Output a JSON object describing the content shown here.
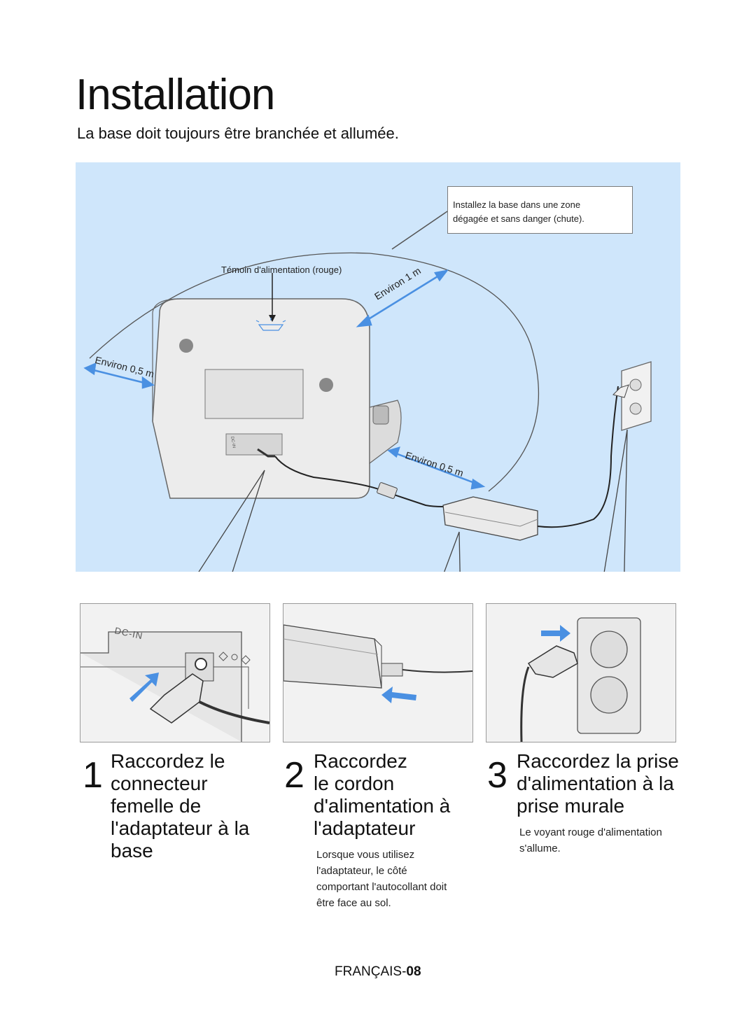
{
  "page": {
    "title": "Installation",
    "subtitle": "La base doit toujours être branchée et allumée."
  },
  "diagram": {
    "callout": "Installez la base dans une zone\ndégagée et sans danger (chute).",
    "indicator_label": "Témoin d'alimentation (rouge)",
    "dist_top": "Environ 1 m",
    "dist_left": "Environ 0,5 m",
    "dist_right": "Environ 0,5 m",
    "dc_in_small": "DC-IN",
    "dc_in_large": "DC-IN",
    "colors": {
      "background": "#cfe6fb",
      "arrow": "#4a90e2"
    }
  },
  "steps": [
    {
      "number": "1",
      "title": "Raccordez le\nconnecteur\nfemelle de\nl'adaptateur à la\nbase",
      "note": ""
    },
    {
      "number": "2",
      "title": "Raccordez\nle cordon\nd'alimentation à\nl'adaptateur",
      "note": "Lorsque vous utilisez\nl'adaptateur, le côté\ncomportant l'autocollant doit\nêtre face au sol."
    },
    {
      "number": "3",
      "title": "Raccordez la prise\nd'alimentation à la\nprise murale",
      "note": "Le voyant rouge d'alimentation\ns'allume."
    }
  ],
  "footer": {
    "language": "FRANÇAIS-",
    "page_number": "08"
  }
}
